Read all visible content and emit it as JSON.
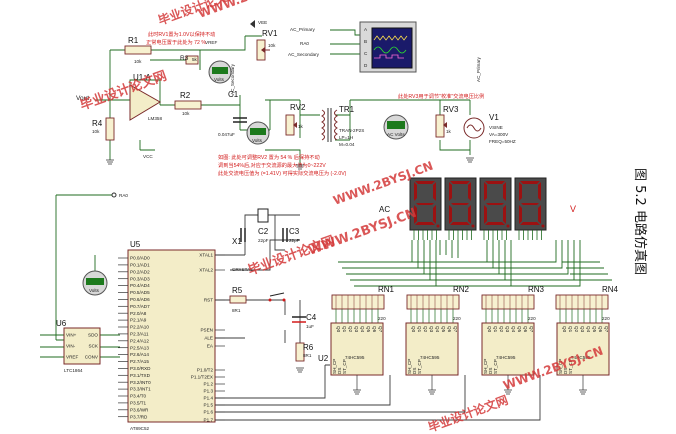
{
  "caption": "图 5.2 电路仿真图",
  "watermarks": [
    "毕业设计论文网",
    "WWW.2BYSJ.CN"
  ],
  "labels": {
    "r1": "R1",
    "r1v": "10k",
    "r3": "R3",
    "r3v": "5k",
    "r2": "R2",
    "r2v": "10k",
    "r4": "R4",
    "r4v": "10k",
    "u1a": "U1:A",
    "lm358": "LM358",
    "vee": "VEE",
    "vcc": "VCC",
    "vref": "VREF",
    "vout": "Vout",
    "rv1": "RV1",
    "rv1v": "10k",
    "rv2": "RV2",
    "rv2v": "1k",
    "rv3": "RV3",
    "rv3v": "1k",
    "c1": "C1",
    "c1v": "0.047uF",
    "tr1": "TR1",
    "tr1a": "TRAN-2P2S",
    "tr1b": "LP=1H",
    "tr1c": "M=0.04",
    "v1": "V1",
    "v1a": "VSINE",
    "v1b": "VA=300V",
    "v1c": "FREQ=50HZ",
    "ac_primary": "AC_Primary",
    "ac_secondary": "AC_Secondary",
    "ra0": "RA0",
    "scope_a": "A",
    "scope_b": "B",
    "scope_c": "C",
    "scope_d": "D",
    "u5": "U5",
    "u5chip": "AT89C52",
    "u6": "U6",
    "u6chip": "LTC1864",
    "u2": "U2",
    "u2chip": "74HC595",
    "x1": "X1",
    "x1v": "CRYSTAL",
    "c2": "C2",
    "c2v": "22pF",
    "c3": "C3",
    "c3v": "22pF",
    "c4": "C4",
    "c4v": "1uF",
    "r5": "R5",
    "r5v": "8R1",
    "r6": "R6",
    "r6v": "8R1",
    "rn1": "RN1",
    "rn2": "RN2",
    "rn3": "RN3",
    "rn4": "RN4",
    "rnv": "220",
    "ac": "AC",
    "v": "V",
    "volts": "Volts",
    "acvolts": "AC Volts"
  },
  "notes": {
    "n1": "此时RV1置为1.0V以保持不动",
    "n2": "正常电压置于此处为 72 %",
    "n3": "此处RV3用于调节\"校准\"交流电压比例",
    "n4": "如图: 此处可调整RV2 置为 54 % 后保持不动",
    "n5": "调到当54%后,对应于交流源的最大值为0~222V",
    "n6": "此处交流电压值为 (=1.41V) 可得实际交流电压为 (-2.0V)"
  },
  "mcu_pins_left": [
    "P0.0/AD0",
    "P0.1/AD1",
    "P0.2/AD2",
    "P0.3/AD3",
    "P0.4/AD4",
    "P0.5/AD5",
    "P0.6/AD6",
    "P0.7/AD7",
    "P2.0/A8",
    "P2.1/A9",
    "P2.2/A10",
    "P2.3/A11",
    "P2.4/A12",
    "P2.5/A13",
    "P2.6/A14",
    "P2.7/A15",
    "P3.0/RXD",
    "P3.1/TXD",
    "P3.2/INT0",
    "P3.3/INT1",
    "P3.4/T0",
    "P3.5/T1",
    "P3.6/WR",
    "P3.7/RD"
  ],
  "mcu_pins_right": [
    "XTAL1",
    "XTAL2",
    "RST",
    "PSEN",
    "ALE",
    "EA",
    "P1.0/T2",
    "P1.1/T2EX",
    "P1.2",
    "P1.3",
    "P1.4",
    "P1.5",
    "P1.6",
    "P1.7"
  ],
  "adc_pins_left": [
    "VIN+",
    "VIN-",
    "VREF"
  ],
  "adc_pins_right": [
    "SDO",
    "SCK",
    "CONV"
  ],
  "sr_pins_top": [
    "Q0",
    "Q1",
    "Q2",
    "Q3",
    "Q4",
    "Q5",
    "Q6",
    "Q7"
  ],
  "sr_pins_left": [
    "SH_CP",
    "DS",
    "ST_CP"
  ],
  "display_digits": 4
}
